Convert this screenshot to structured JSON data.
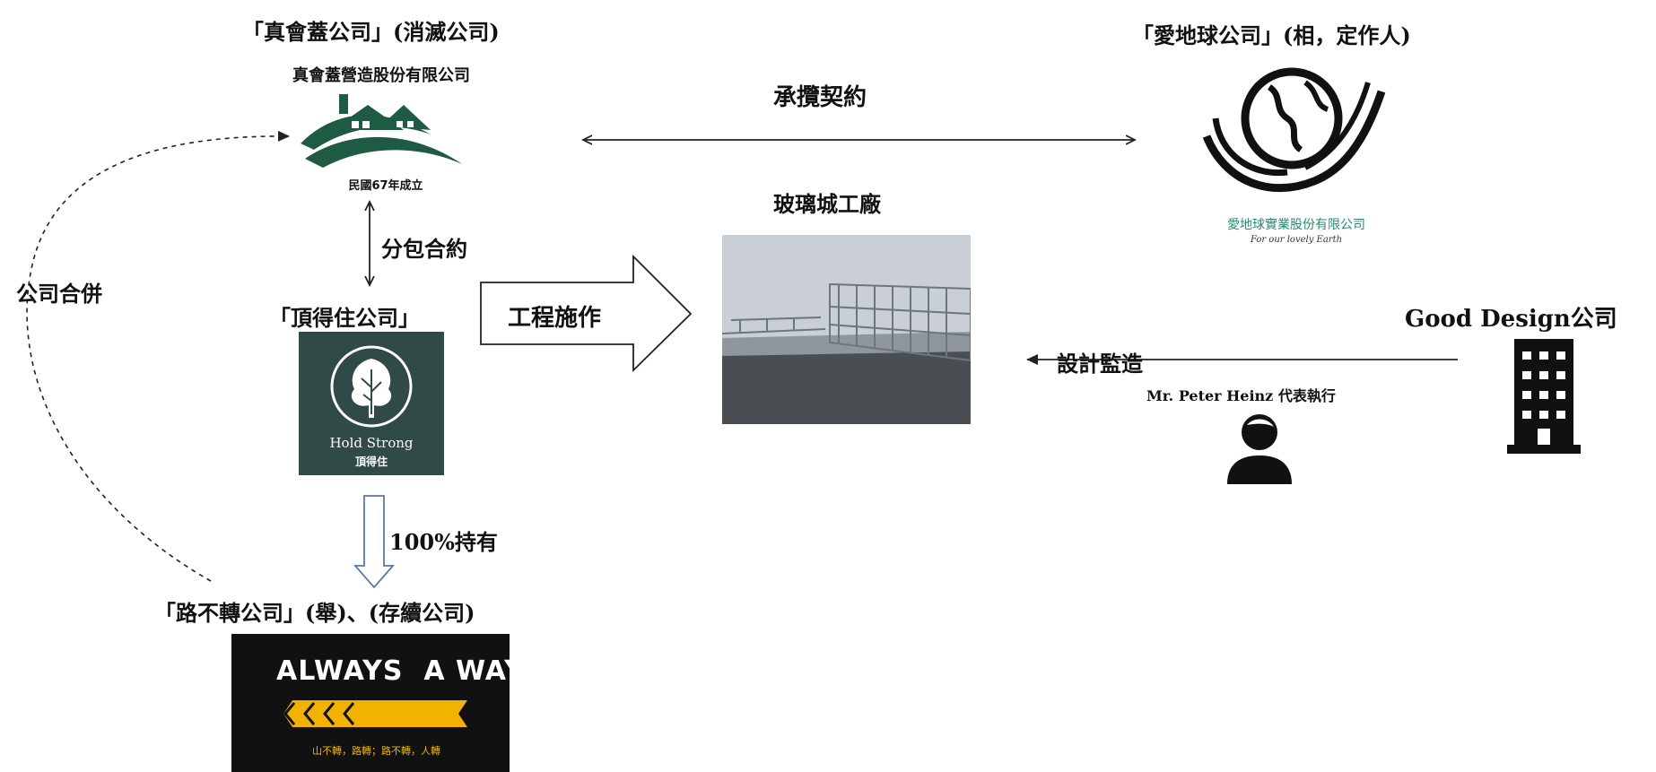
{
  "companies": {
    "zhenhuigai": {
      "label": "「真會蓋公司」(消滅公司)",
      "logo_name": "真會蓋營造股份有限公司",
      "logo_tag": "民國67年成立",
      "color": "#1f5a43"
    },
    "aidiqiu": {
      "label": "「愛地球公司」(相，定作人)",
      "logo_name": "愛地球實業股份有限公司",
      "logo_tag": "For our lovely Earth",
      "color": "#2e8a6e"
    },
    "dingdezhu": {
      "label": "「頂得住公司」",
      "logo_en": "Hold Strong",
      "logo_zh": "頂得住",
      "color": "#2f4a47"
    },
    "lubuzhuan": {
      "label": "「路不轉公司」(舉)、(存續公司)",
      "logo_title": "ALWAYS  A WAY",
      "logo_slogan": "山不轉，路轉；路不轉，人轉",
      "color": "#f1b300"
    },
    "gooddesign": {
      "label": "Good Design公司",
      "rep": "Mr. Peter Heinz 代表執行"
    }
  },
  "project": {
    "label": "玻璃城工廠"
  },
  "relations": {
    "contract": "承攬契約",
    "subcontract": "分包合約",
    "construction": "工程施作",
    "merger": "公司合併",
    "holding": "100%持有",
    "supervision": "設計監造"
  },
  "icons": [
    "house-logo-icon",
    "globe-hands-icon",
    "tree-logo-icon",
    "chevron-arrows-icon",
    "building-icon",
    "person-icon"
  ]
}
